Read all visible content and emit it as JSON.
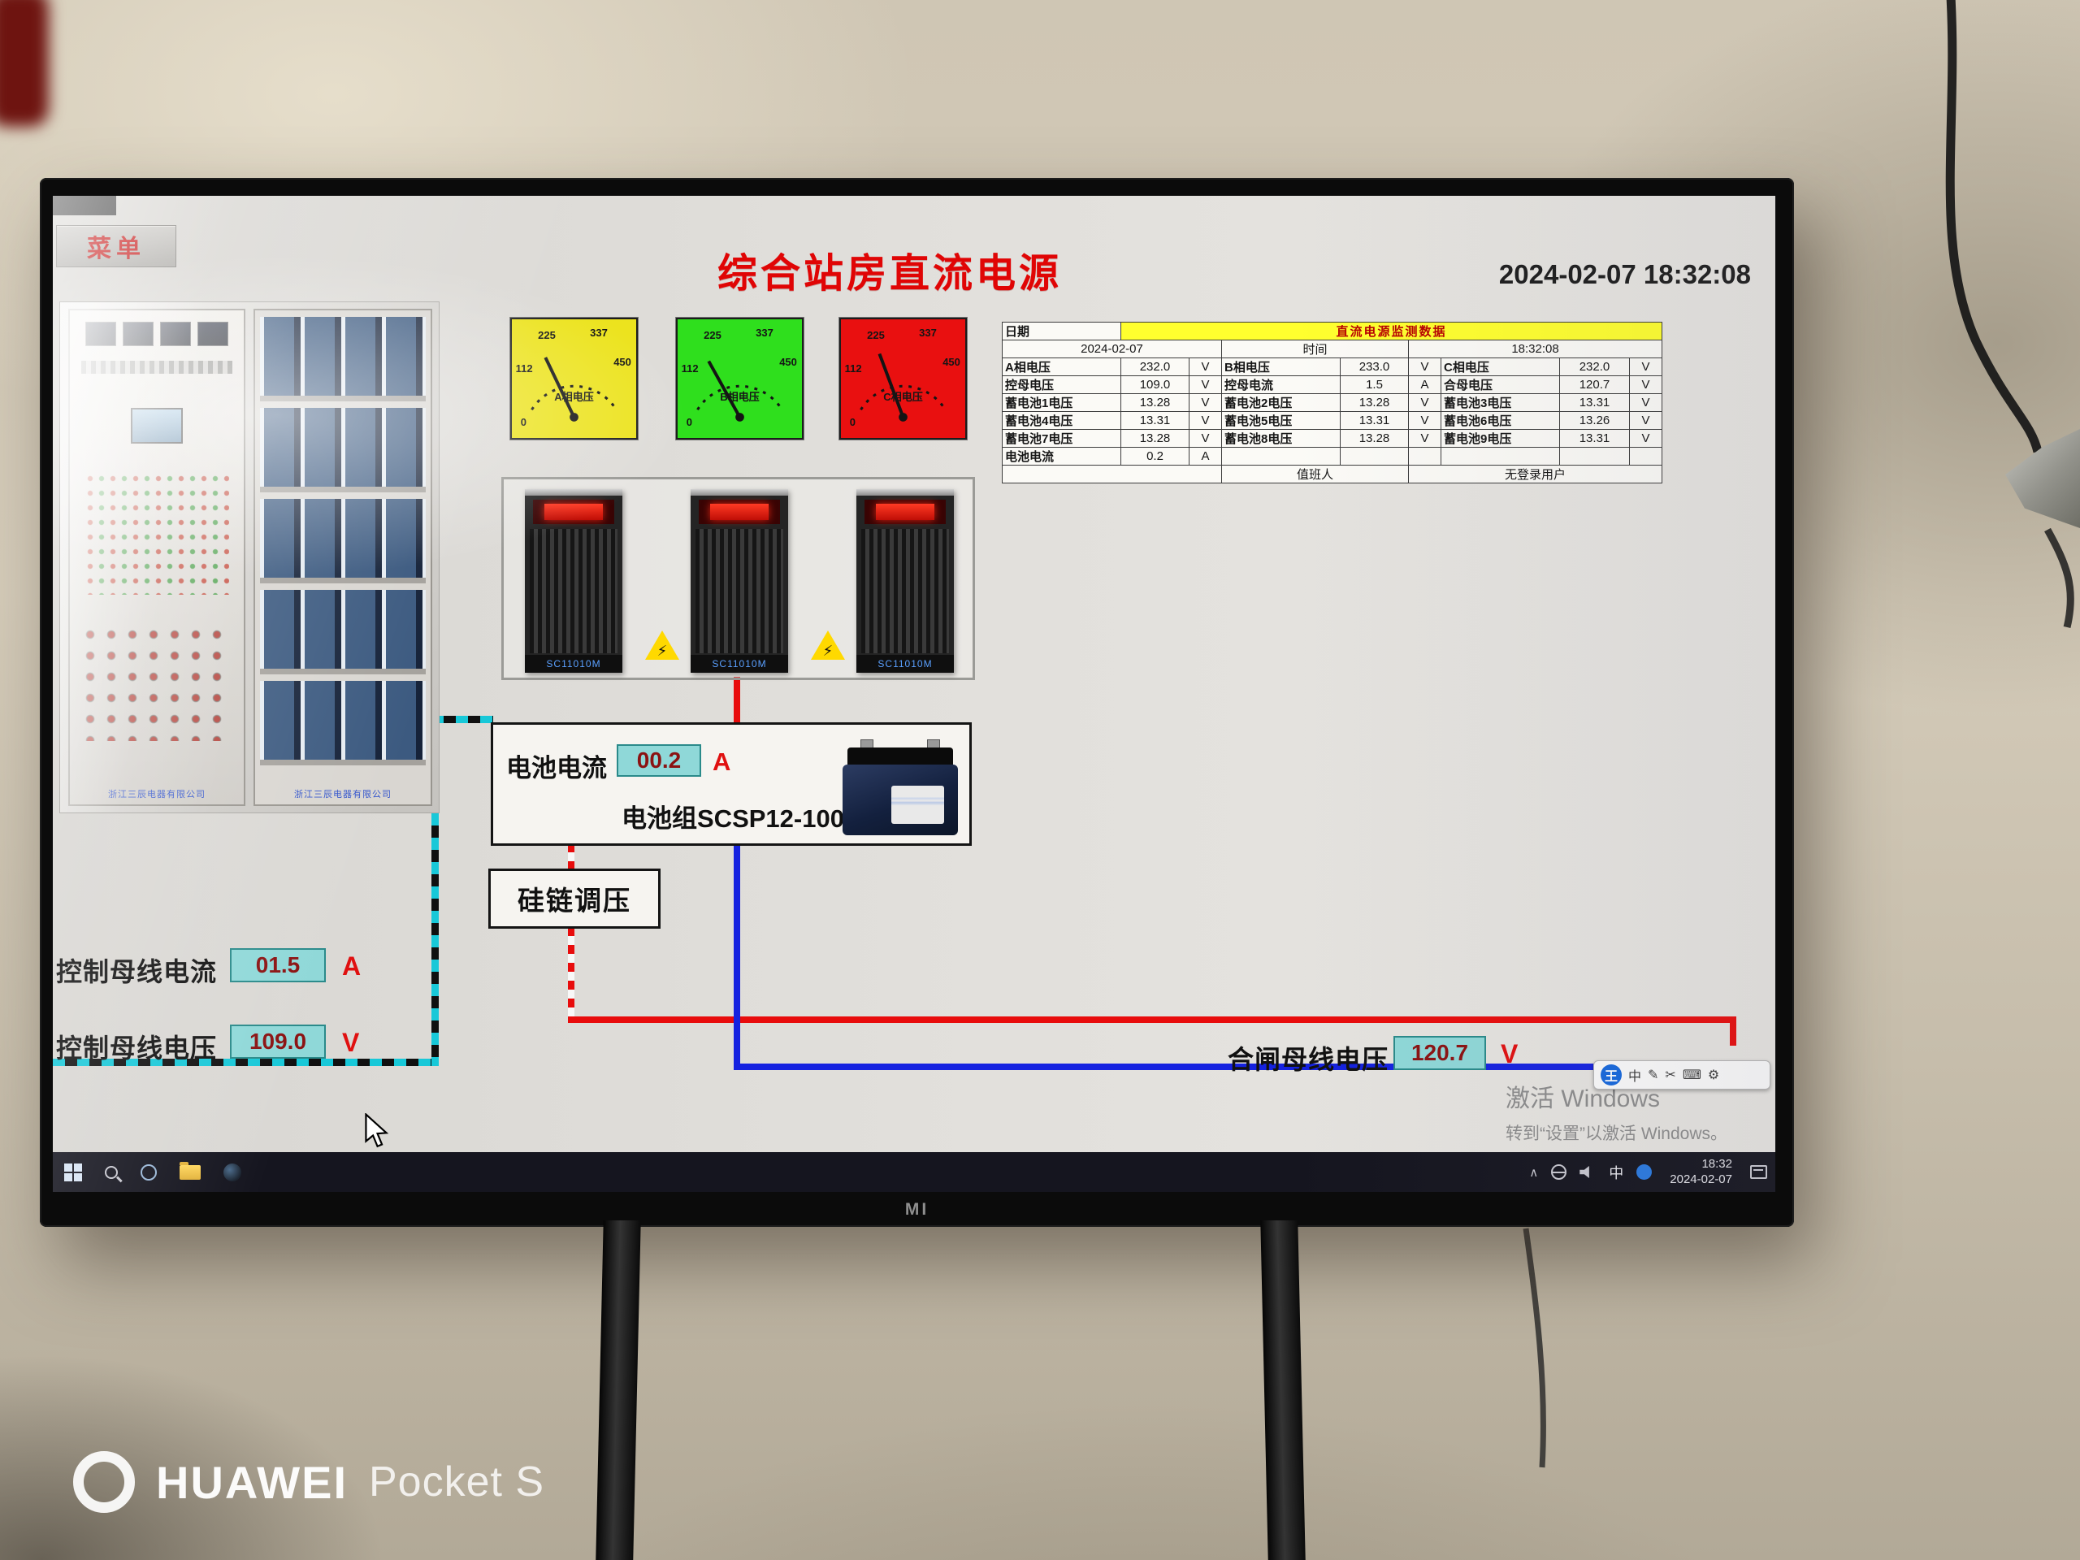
{
  "photo": {
    "watermark_brand": "HUAWEI",
    "watermark_model": "Pocket S",
    "tv_brand": "MI"
  },
  "screen": {
    "menu_button": "菜单",
    "title": "综合站房直流电源",
    "datetime": "2024-02-07 18:32:08",
    "cabinets": {
      "left_company": "浙江三辰电器有限公司",
      "right_company": "浙江三辰电器有限公司"
    },
    "gauges": [
      {
        "name": "A相电压",
        "color": "#ece31e",
        "ticks": [
          "0",
          "112",
          "225",
          "337",
          "450"
        ]
      },
      {
        "name": "B相电压",
        "color": "#2fdf1d",
        "ticks": [
          "0",
          "112",
          "225",
          "337",
          "450"
        ]
      },
      {
        "name": "C相电压",
        "color": "#e91010",
        "ticks": [
          "0",
          "112",
          "225",
          "337",
          "450"
        ]
      }
    ],
    "modules": {
      "labels": [
        "SC11010M",
        "SC11010M",
        "SC11010M"
      ],
      "warning": "⚡"
    },
    "monitor_table": {
      "title": "直流电源监测数据",
      "date_label": "日期",
      "date_value": "2024-02-07",
      "time_label": "时间",
      "time_value": "18:32:08",
      "rows": [
        [
          {
            "l": "A相电压",
            "v": "232.0",
            "u": "V"
          },
          {
            "l": "B相电压",
            "v": "233.0",
            "u": "V"
          },
          {
            "l": "C相电压",
            "v": "232.0",
            "u": "V"
          }
        ],
        [
          {
            "l": "控母电压",
            "v": "109.0",
            "u": "V"
          },
          {
            "l": "控母电流",
            "v": "1.5",
            "u": "A"
          },
          {
            "l": "合母电压",
            "v": "120.7",
            "u": "V"
          }
        ],
        [
          {
            "l": "蓄电池1电压",
            "v": "13.28",
            "u": "V"
          },
          {
            "l": "蓄电池2电压",
            "v": "13.28",
            "u": "V"
          },
          {
            "l": "蓄电池3电压",
            "v": "13.31",
            "u": "V"
          }
        ],
        [
          {
            "l": "蓄电池4电压",
            "v": "13.31",
            "u": "V"
          },
          {
            "l": "蓄电池5电压",
            "v": "13.31",
            "u": "V"
          },
          {
            "l": "蓄电池6电压",
            "v": "13.26",
            "u": "V"
          }
        ],
        [
          {
            "l": "蓄电池7电压",
            "v": "13.28",
            "u": "V"
          },
          {
            "l": "蓄电池8电压",
            "v": "13.28",
            "u": "V"
          },
          {
            "l": "蓄电池9电压",
            "v": "13.31",
            "u": "V"
          }
        ],
        [
          {
            "l": "电池电流",
            "v": "0.2",
            "u": "A"
          },
          {
            "l": "",
            "v": "",
            "u": ""
          },
          {
            "l": "",
            "v": "",
            "u": ""
          }
        ]
      ],
      "duty_label": "值班人",
      "duty_value": "无登录用户"
    },
    "battery": {
      "current_label": "电池电流",
      "current_value": "00.2",
      "current_unit": "A",
      "group_label": "电池组SCSP12-100"
    },
    "regulator": "硅链调压",
    "control_bus_current": {
      "label": "控制母线电流",
      "value": "01.5",
      "unit": "A"
    },
    "control_bus_voltage": {
      "label": "控制母线电压",
      "value": "109.0",
      "unit": "V"
    },
    "closing_bus_voltage": {
      "label": "合闸母线电压",
      "value": "120.7",
      "unit": "V"
    },
    "activation": {
      "line1": "激活 Windows",
      "line2": "转到“设置”以激活 Windows。"
    },
    "ime_bar": {
      "badge": "王",
      "icons": [
        "中",
        "✎",
        "✂",
        "⌨",
        "⚙"
      ]
    },
    "taskbar": {
      "chevron": "∧",
      "lang": "中",
      "time": "18:32",
      "date": "2024-02-07"
    },
    "colors": {
      "value_box_bg": "#8fd8d8",
      "wire_red": "#e80c0c",
      "wire_blue": "#1522e0",
      "wire_control_cyan": "#18c8d8",
      "title_red": "#e00505",
      "table_title_bg": "#ffff2e"
    }
  }
}
